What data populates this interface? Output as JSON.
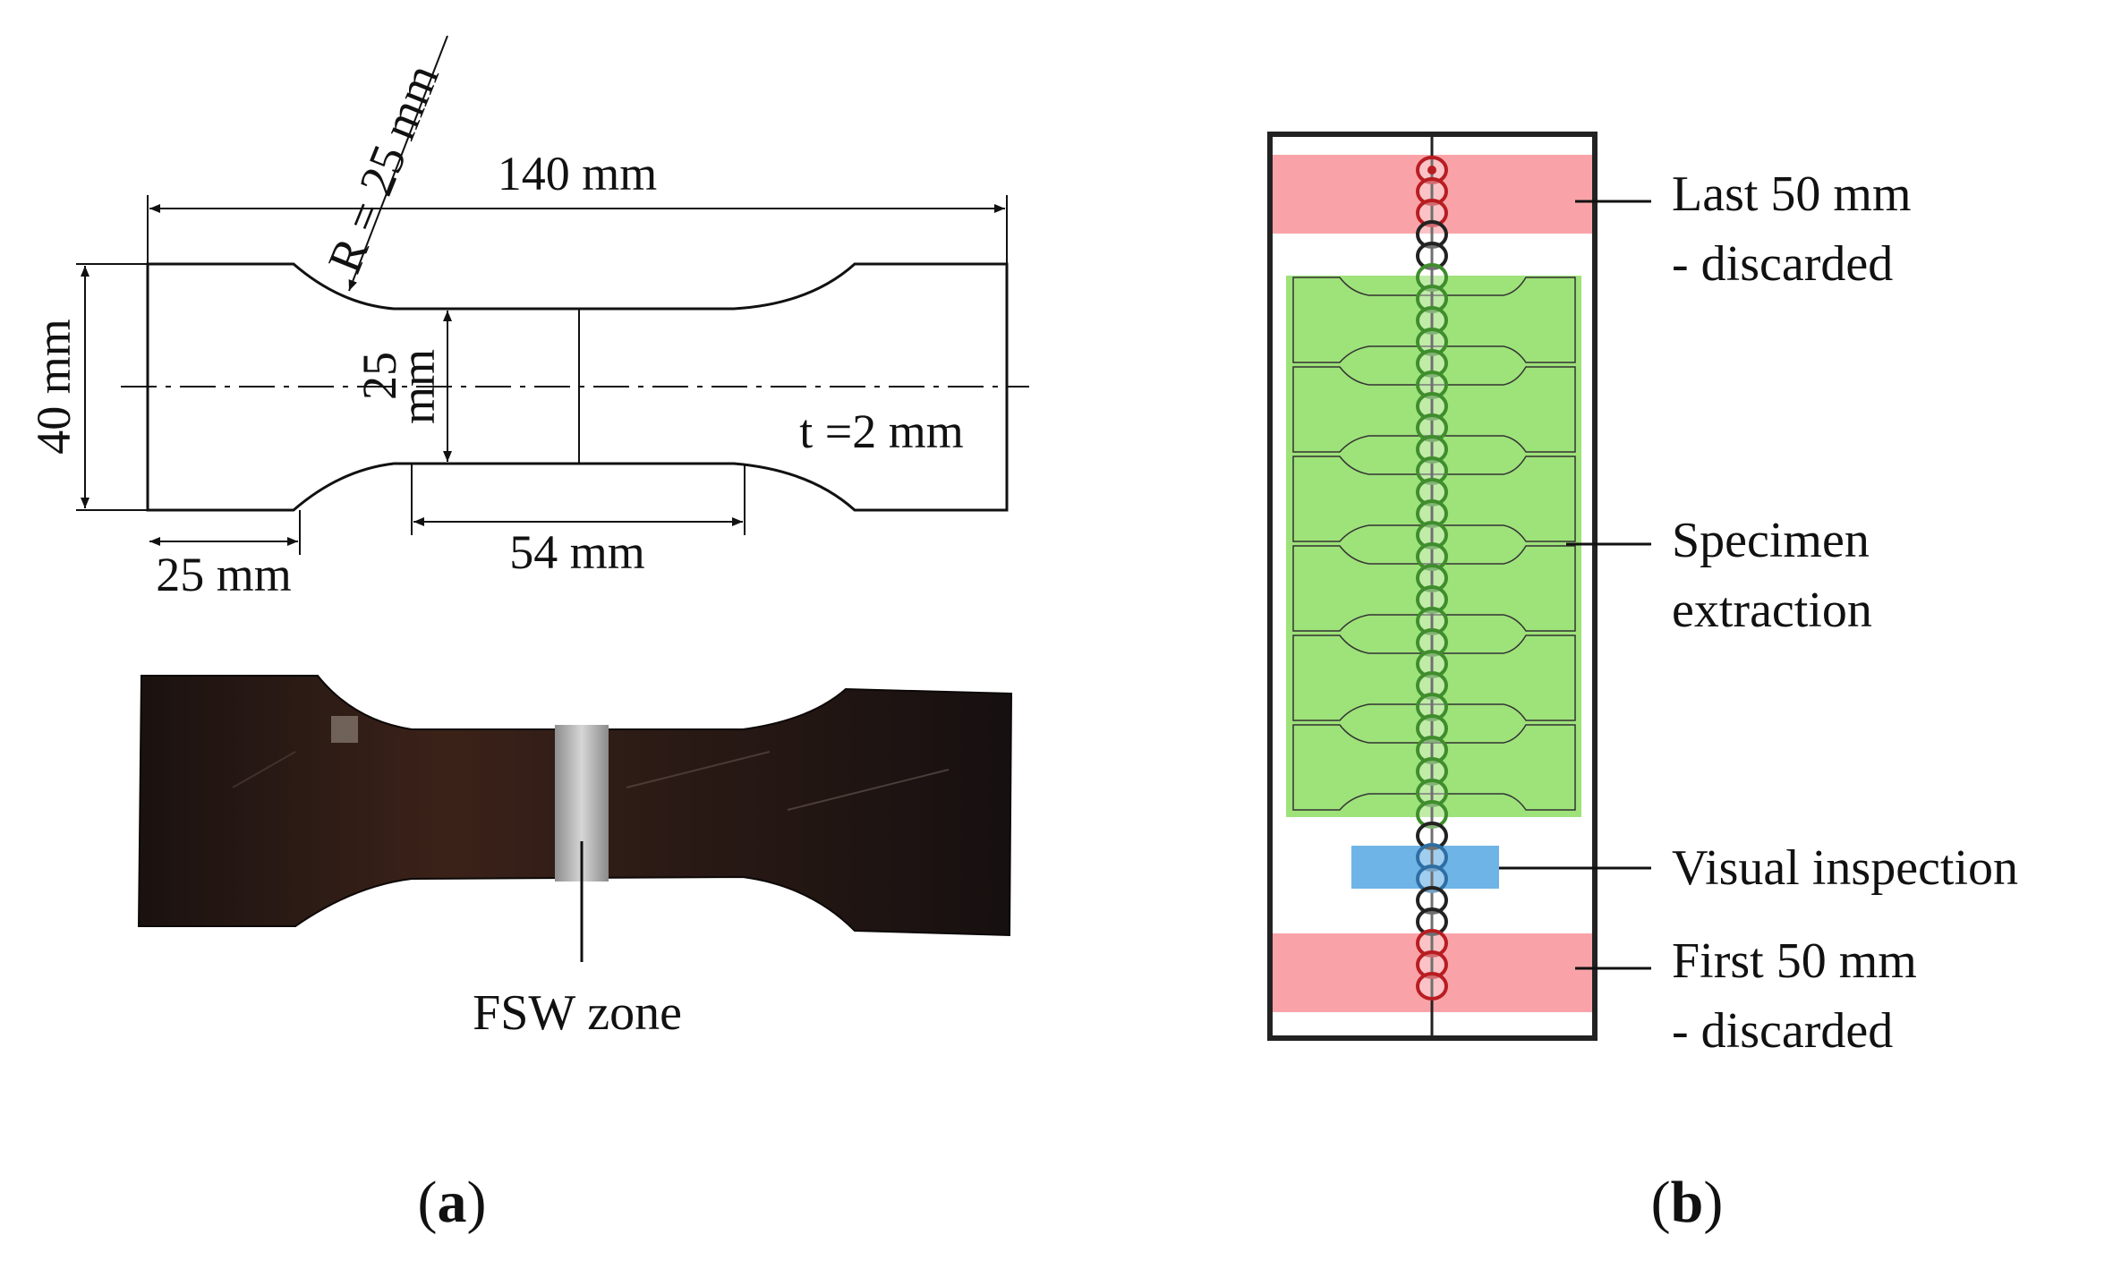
{
  "panel_a": {
    "drawing": {
      "radius_label": "R = 25 mm",
      "length_label": "140 mm",
      "height_label": "40 mm",
      "width_label_top": "25",
      "width_label_bottom": "mm",
      "thickness_label": "t =2 mm",
      "gauge_label": "54 mm",
      "grip_label": "25 mm"
    },
    "photo": {
      "callout_label": "FSW zone"
    },
    "caption_open": "(",
    "caption_letter": "a",
    "caption_close": ")"
  },
  "panel_b": {
    "callouts": {
      "last_line1": "Last 50 mm",
      "last_line2": "- discarded",
      "extraction_line1": "Specimen",
      "extraction_line2": "extraction",
      "inspection": "Visual inspection",
      "first_line1": "First 50 mm",
      "first_line2": "- discarded"
    },
    "caption_open": "(",
    "caption_letter": "b",
    "caption_close": ")"
  },
  "colors": {
    "discard_zone": "#f9a3a8",
    "extraction_zone": "#9ee27a",
    "inspection_zone": "#6fb4e6",
    "weld_bead": "#b81d22",
    "specimen_photo": "#2a1a14"
  }
}
